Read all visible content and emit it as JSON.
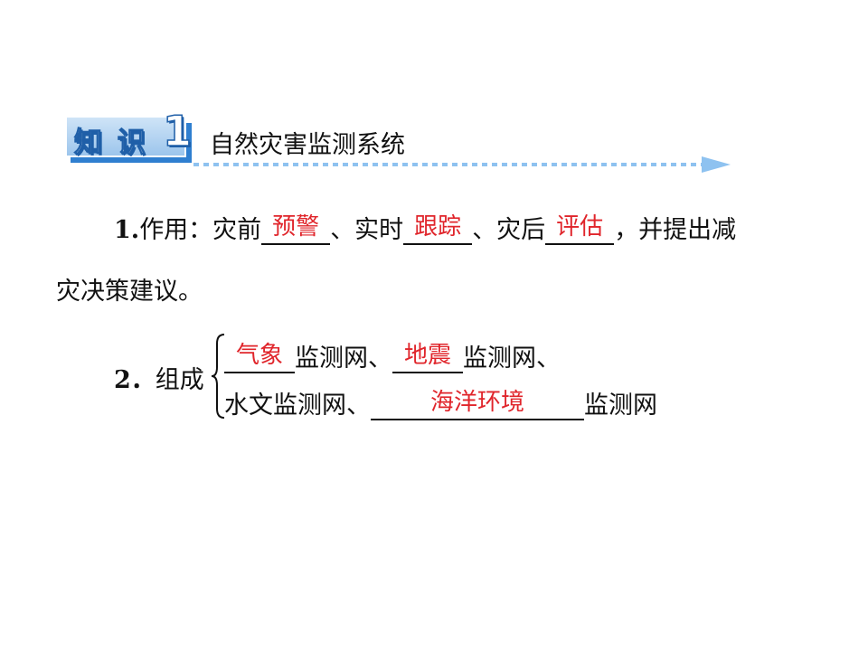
{
  "section": {
    "badge_text": "知 识",
    "badge_number": "1",
    "title": "自然灾害监测系统"
  },
  "item1": {
    "number": "1.",
    "seg1": "作用：灾前",
    "ans1": "预警",
    "seg2": "、实时",
    "ans2": "跟踪",
    "seg3": "、灾后",
    "ans3": "评估",
    "seg4": "，并提出减",
    "line2": "灾决策建议。"
  },
  "item2": {
    "number": "2．",
    "label": "组成",
    "row1": {
      "ans1": "气象",
      "seg1": "监测网、",
      "ans2": "地震",
      "seg2": "监测网、"
    },
    "row2": {
      "seg1": "水文监测网、",
      "ans3": "海洋环境",
      "seg2": "监测网"
    }
  },
  "colors": {
    "answer": "#e0252b",
    "badge_blue": "#2f7fd0",
    "arrow_blue": "#8ec2f0"
  }
}
